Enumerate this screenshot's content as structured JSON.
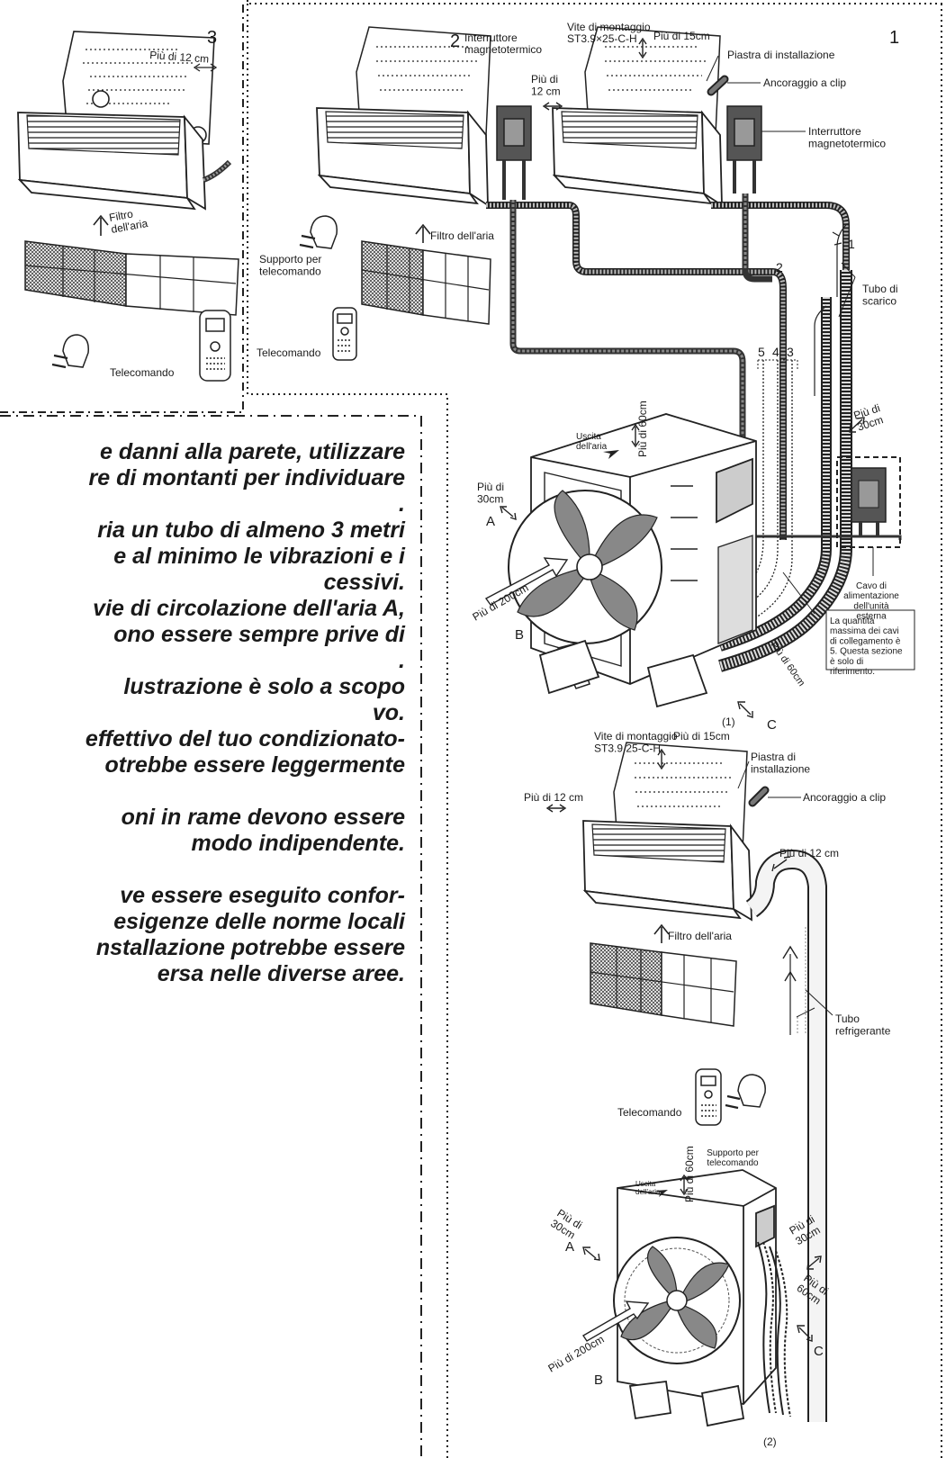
{
  "panel3": {
    "number": "3",
    "clearance_top": "Più di 12 cm",
    "air_filter": "Filtro dell'aria",
    "remote": "Telecomando"
  },
  "panel1": {
    "number": "1",
    "breaker_num": "2",
    "breaker_top": "Interruttore magnetotermico",
    "breaker_right": "Interruttore magnetotermico",
    "screw": "Vite di montaggio ST3.9×25-C-H",
    "clear_top": "Più di 15cm",
    "plate": "Piastra di installazione",
    "clip": "Ancoraggio a clip",
    "clear_side": "Più di 12 cm",
    "holder": "Supporto per telecomando",
    "filter": "Filtro dell'aria",
    "remote": "Telecomando",
    "pipe_1": "1",
    "pipe_2": "2",
    "drain": "Tubo di scarico",
    "cables": [
      "5",
      "4",
      "3"
    ],
    "outlet": "Uscita dell'aria",
    "clear_60": "Più di 60cm",
    "clear_30_left": "Più di 30cm",
    "letter_a": "A",
    "clear_200": "Più di 200cm",
    "letter_b": "B",
    "clear_30_right": "Più di 30cm",
    "power_cable": "Cavo di alimentazione dell'unità esterna",
    "note_box": "La quantità massima dei cavi di collegamento è 5. Questa sezione è solo di riferimento.",
    "clear_60_bottom": "Più di 60cm",
    "letter_c": "C",
    "caption": "(1)"
  },
  "panel2": {
    "screw": "Vite di montaggio ST3.9 25-C-H",
    "clear_top": "Più di 15cm",
    "plate": "Piastra di installazione",
    "clip": "Ancoraggio a clip",
    "clear_left": "Più di 12 cm",
    "clear_right": "Più di 12 cm",
    "filter": "Filtro dell'aria",
    "refrigerant": "Tubo refrigerante",
    "remote": "Telecomando",
    "holder": "Supporto per telecomando",
    "outlet": "Uscita dell'aria",
    "clear_60": "Più di 60cm",
    "clear_30_left": "Più di 30cm",
    "letter_a": "A",
    "clear_30_right": "Più di 30cm",
    "clear_60_right": "Più di 60cm",
    "letter_c": "C",
    "clear_200": "Più di 200cm",
    "letter_b": "B",
    "caption": "(2)"
  },
  "notes": [
    "e danni alla parete, utilizzare",
    "re di montanti per individuare",
    ".",
    "ria un tubo di almeno 3 metri",
    "e al minimo le vibrazioni e i",
    "cessivi.",
    "vie di circolazione dell'aria A,",
    "ono essere sempre prive di",
    ".",
    "lustrazione è solo a scopo",
    "vo.",
    "effettivo del tuo condizionato-",
    "otrebbe essere leggermente",
    "",
    "oni in rame devono essere",
    "modo indipendente.",
    "",
    "ve essere eseguito confor-",
    "esigenze delle norme locali",
    "nstallazione potrebbe essere",
    "ersa nelle diverse aree."
  ]
}
